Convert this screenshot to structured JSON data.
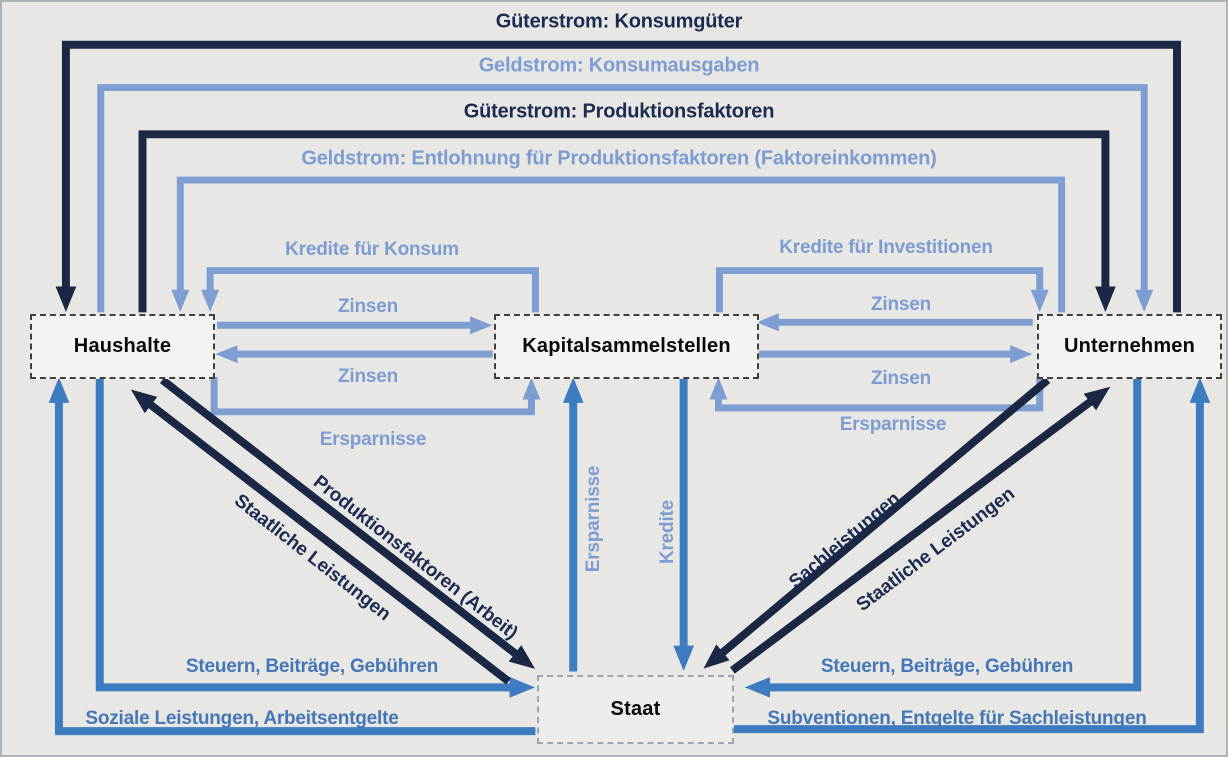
{
  "boxes": {
    "haushalte": "Haushalte",
    "kapitalsammelstellen": "Kapitalsammelstellen",
    "unternehmen": "Unternehmen",
    "staat": "Staat"
  },
  "labels": {
    "gueterstrom_konsumgueter": "Güterstrom: Konsumgüter",
    "geldstrom_konsumausgaben": "Geldstrom: Konsumausgaben",
    "gueterstrom_produktionsfaktoren": "Güterstrom: Produktionsfaktoren",
    "geldstrom_entlohnung": "Geldstrom: Entlohnung für Produktionsfaktoren (Faktoreinkommen)",
    "kredite_fuer_konsum": "Kredite für Konsum",
    "kredite_fuer_investitionen": "Kredite für Investitionen",
    "zinsen": "Zinsen",
    "ersparnisse": "Ersparnisse",
    "kredite": "Kredite",
    "produktionsfaktoren_arbeit": "Produktionsfaktoren (Arbeit)",
    "staatliche_leistungen": "Staatliche Leistungen",
    "sachleistungen": "Sachleistungen",
    "steuern_beitraege_gebuehren": "Steuern, Beiträge, Gebühren",
    "soziale_leistungen_arbeitsentgelte": "Soziale Leistungen, Arbeitsentgelte",
    "subventionen_entgelte": "Subventionen, Entgelte für Sachleistungen"
  },
  "colors": {
    "navy": "#1a2745",
    "lightblue": "#7e9ed3",
    "midblue": "#3d7cc1",
    "navy_text": "#1c2b52",
    "lightblue_text": "#7d9cd2",
    "midblue_text": "#4577b8",
    "background": "#e8e7e4",
    "box_fill": "#f4f3f0",
    "box_border": "#3f3f3f",
    "staat_border": "#9aa6b3",
    "frame": "#aeb3b9"
  }
}
